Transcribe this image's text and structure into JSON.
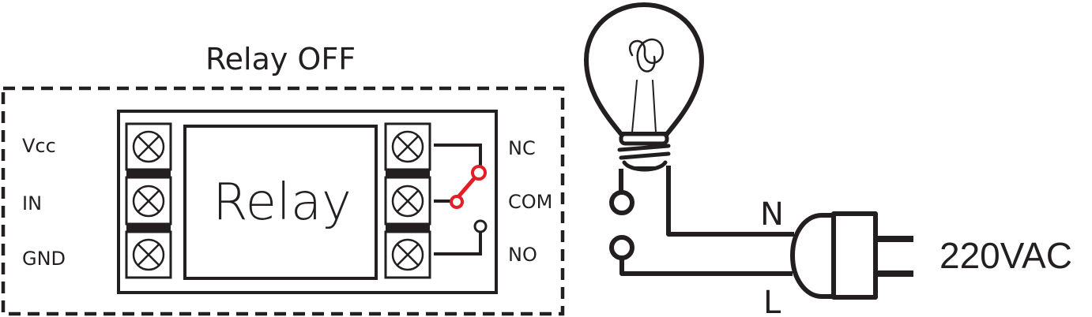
{
  "diagram": {
    "title": "Relay OFF",
    "relay_label": "Relay",
    "input_pins": [
      "Vcc",
      "IN",
      "GND"
    ],
    "output_pins": [
      "NC",
      "COM",
      "NO"
    ],
    "neutral_label": "N",
    "live_label": "L",
    "voltage_label": "220VAC",
    "colors": {
      "ink": "#231f20",
      "switch": "#e31e26",
      "background": "#ffffff"
    },
    "icons": [
      "terminal-screw-icon",
      "light-bulb-icon",
      "power-plug-icon"
    ]
  }
}
